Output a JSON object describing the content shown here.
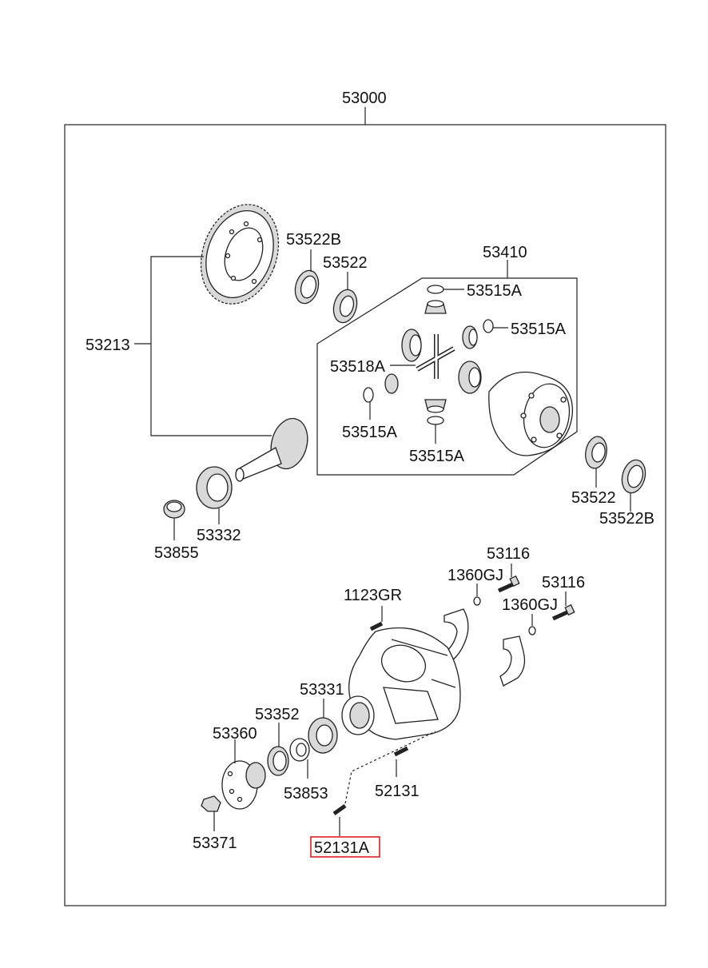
{
  "labels": {
    "assembly": "53000",
    "ring_pinion_set": "53213",
    "bearing_b_top": "53522B",
    "bearing_top": "53522",
    "diff_case_assy": "53410",
    "washer_top": "53515A",
    "washer_right": "53515A",
    "shaft": "53518A",
    "washer_left": "53515A",
    "washer_bottom": "53515A",
    "bearing_right": "53522",
    "bearing_b_right": "53522B",
    "oil_seal": "53855",
    "pinion_bearing": "53332",
    "bolt_top": "53116",
    "washer_gj_top": "1360GJ",
    "bolt_right": "53116",
    "washer_gj_right": "1360GJ",
    "plug": "1123GR",
    "bearing_rear": "53331",
    "spacer": "53352",
    "flange": "53360",
    "shim": "53853",
    "stud": "52131",
    "stud_a": "52131A",
    "nut": "53371"
  },
  "highlight_color": "#e02020"
}
